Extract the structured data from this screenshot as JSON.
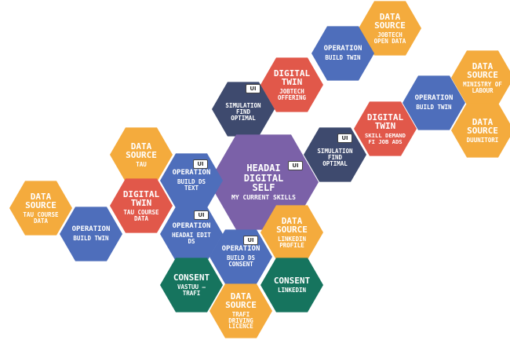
{
  "colors": {
    "data_source": "#f4ab3d",
    "digital_twin": "#e1584a",
    "operation": "#4e6ebb",
    "simulation": "#3e4a6e",
    "consent": "#16745e",
    "core": "#7b61a8",
    "text": "#ffffff"
  },
  "ui_badge": "UI",
  "hexagons": [
    {
      "id": "ds-jobtech",
      "kind": "data_source",
      "title": "DATA\nSOURCE",
      "sub": "JOBTECH\nOPEN DATA",
      "ui": false
    },
    {
      "id": "op-build-twin-top",
      "kind": "operation",
      "title": "OPERATION",
      "sub": "BUILD TWIN",
      "ui": false
    },
    {
      "id": "dt-jobtech",
      "kind": "digital_twin",
      "title": "DIGITAL\nTWIN",
      "sub": "JOBTECH\nOFFERING",
      "ui": false
    },
    {
      "id": "sim-top",
      "kind": "simulation",
      "title": "",
      "sub": "SIMULATION\nFIND\nOPTIMAL",
      "ui": true
    },
    {
      "id": "ds-ministry",
      "kind": "data_source",
      "title": "DATA\nSOURCE",
      "sub": "MINISTRY OF\nLABOUR",
      "ui": false
    },
    {
      "id": "op-build-twin-right",
      "kind": "operation",
      "title": "OPERATION",
      "sub": "BUILD TWIN",
      "ui": false
    },
    {
      "id": "ds-duunitori",
      "kind": "data_source",
      "title": "DATA\nSOURCE",
      "sub": "DUUNITORI",
      "ui": false
    },
    {
      "id": "dt-skill-demand",
      "kind": "digital_twin",
      "title": "DIGITAL\nTWIN",
      "sub": "SKILL DEMAND\nFI JOB ADS",
      "ui": false
    },
    {
      "id": "sim-right",
      "kind": "simulation",
      "title": "",
      "sub": "SIMULATION\nFIND\nOPTIMAL",
      "ui": true
    },
    {
      "id": "core",
      "kind": "core",
      "title": "HEADAI\nDIGITAL\nSELF",
      "sub": "MY CURRENT SKILLS",
      "ui": true
    },
    {
      "id": "ds-tau",
      "kind": "data_source",
      "title": "DATA\nSOURCE",
      "sub": "TAU",
      "ui": false
    },
    {
      "id": "op-build-ds-text",
      "kind": "operation",
      "title": "OPERATION",
      "sub": "BUILD DS\nTEXT",
      "ui": true
    },
    {
      "id": "dt-tau-course",
      "kind": "digital_twin",
      "title": "DIGITAL\nTWIN",
      "sub": "TAU COURSE\nDATA",
      "ui": false
    },
    {
      "id": "ds-tau-course",
      "kind": "data_source",
      "title": "DATA\nSOURCE",
      "sub": "TAU COURSE\nDATA",
      "ui": false
    },
    {
      "id": "op-build-twin-left",
      "kind": "operation",
      "title": "OPERATION",
      "sub": "BUILD TWIN",
      "ui": false
    },
    {
      "id": "op-headai-edit",
      "kind": "operation",
      "title": "OPERATION",
      "sub": "HEADAI EDIT\nDS",
      "ui": true
    },
    {
      "id": "op-build-ds-consent",
      "kind": "operation",
      "title": "OPERATION",
      "sub": "BUILD DS\nCONSENT",
      "ui": true
    },
    {
      "id": "ds-linkedin",
      "kind": "data_source",
      "title": "DATA\nSOURCE",
      "sub": "LINKEDIN\nPROFILE",
      "ui": false
    },
    {
      "id": "consent-vastuu",
      "kind": "consent",
      "title": "CONSENT",
      "sub": "VASTUU –\nTRAFI",
      "ui": false
    },
    {
      "id": "consent-linkedin",
      "kind": "consent",
      "title": "CONSENT",
      "sub": "LINKEDIN",
      "ui": false
    },
    {
      "id": "ds-trafi",
      "kind": "data_source",
      "title": "DATA\nSOURCE",
      "sub": "TRAFI\nDRIVING\nLICENCE",
      "ui": false
    }
  ]
}
